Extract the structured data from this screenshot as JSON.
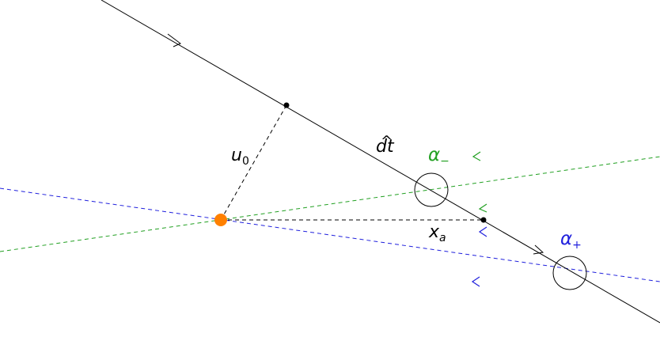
{
  "labels": {
    "u0_base": "u",
    "u0_sub": "0",
    "dt_hat": "^",
    "dt_text": "dt",
    "alpha_minus_base": "α",
    "alpha_minus_sub": "−",
    "alpha_plus_base": "α",
    "alpha_plus_sub": "+",
    "xa_base": "x",
    "xa_sub": "a"
  },
  "colors": {
    "main_line": "#000000",
    "green_line": "#22a022",
    "blue_line": "#2020dd",
    "source_point": "#ff8000",
    "dashed_black": "#000000"
  }
}
